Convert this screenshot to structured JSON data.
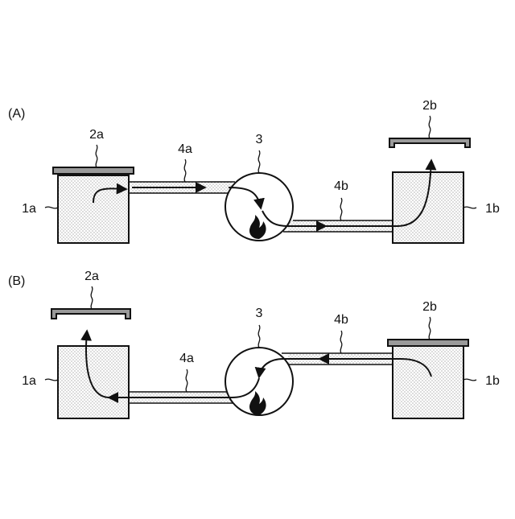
{
  "panels": {
    "A": {
      "label": "(A)",
      "tank_left": "1a",
      "tank_right": "1b",
      "lid_left": "2a",
      "lid_right": "2b",
      "combustor": "3",
      "pipe_left": "4a",
      "pipe_right": "4b"
    },
    "B": {
      "label": "(B)",
      "tank_left": "1a",
      "tank_right": "1b",
      "lid_left": "2a",
      "lid_right": "2b",
      "combustor": "3",
      "pipe_left": "4a",
      "pipe_right": "4b"
    }
  },
  "icons": {
    "flame": "flame-icon"
  },
  "colors": {
    "line": "#111111",
    "lid": "#9a9a9a",
    "dots": "#555555"
  }
}
